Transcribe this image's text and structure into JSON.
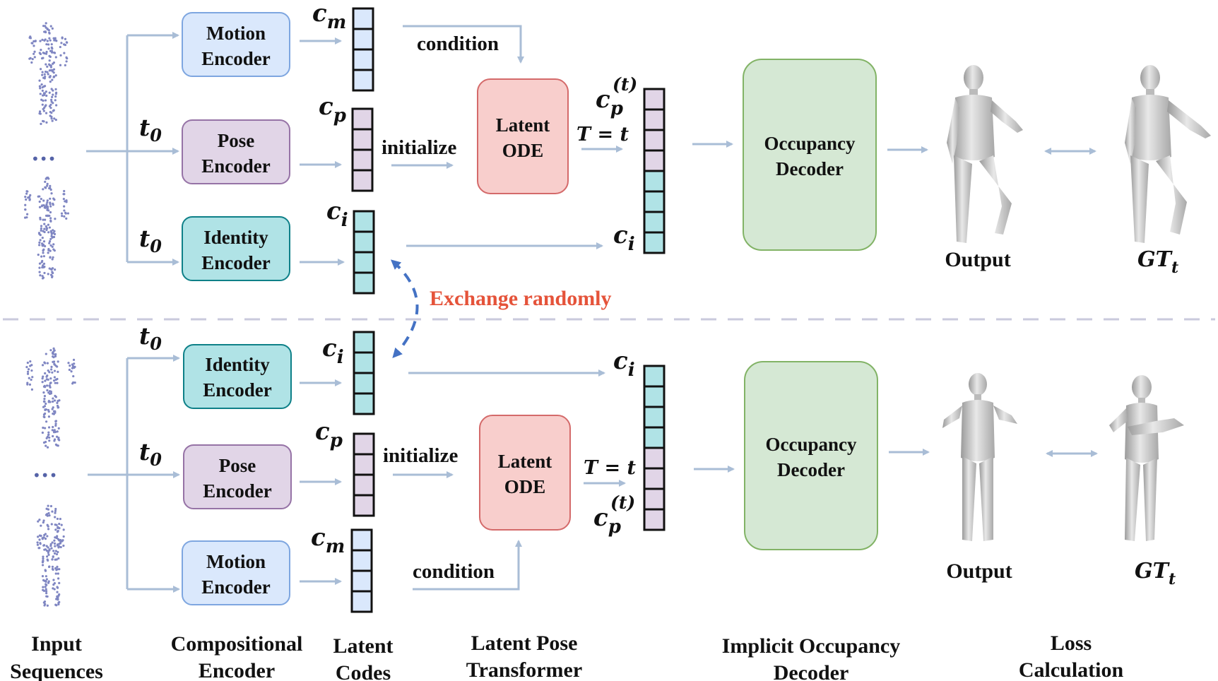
{
  "colors": {
    "arrow": "#a9bdd6",
    "motion_fill": "#dae8fc",
    "motion_stroke": "#7ea6e0",
    "pose_fill": "#e1d5e7",
    "pose_stroke": "#9673a6",
    "identity_fill": "#b0e3e6",
    "identity_stroke": "#0e8088",
    "ode_fill": "#f8cecc",
    "ode_stroke": "#d46a6a",
    "decoder_fill": "#d5e8d4",
    "decoder_stroke": "#82b366",
    "exchange_arrow": "#4472c4",
    "exchange_text": "#e5533a",
    "dashed_divider": "#c9c9dc"
  },
  "top": {
    "motion_encoder": [
      "Motion",
      "Encoder"
    ],
    "pose_encoder": [
      "Pose",
      "Encoder"
    ],
    "identity_encoder": [
      "Identity",
      "Encoder"
    ],
    "latent_ode": [
      "Latent",
      "ODE"
    ],
    "occupancy_decoder": [
      "Occupancy",
      "Decoder"
    ],
    "condition": "condition",
    "initialize": "initialize",
    "t0_a": "t",
    "t0_b": "t",
    "output": "Output",
    "gt": "GT"
  },
  "bottom": {
    "identity_encoder": [
      "Identity",
      "Encoder"
    ],
    "pose_encoder": [
      "Pose",
      "Encoder"
    ],
    "motion_encoder": [
      "Motion",
      "Encoder"
    ],
    "latent_ode": [
      "Latent",
      "ODE"
    ],
    "occupancy_decoder": [
      "Occupancy",
      "Decoder"
    ],
    "condition": "condition",
    "initialize": "initialize",
    "t0_a": "t",
    "t0_b": "t",
    "output": "Output",
    "gt": "GT"
  },
  "symbols": {
    "c": "c",
    "sub_m": "m",
    "sub_p": "p",
    "sub_i": "i",
    "sup_t": "(t)",
    "t0_sub": "0",
    "gt_sub": "t",
    "T_eq_t": "T = t",
    "ellipsis": "•••"
  },
  "exchange_label": "Exchange randomly",
  "columns": [
    [
      "Input",
      "Sequences"
    ],
    [
      "Compositional",
      "Encoder"
    ],
    [
      "Latent",
      "Codes"
    ],
    [
      "Latent Pose",
      "Transformer"
    ],
    [
      "Implicit Occupancy",
      "Decoder"
    ],
    [
      "Loss",
      "Calculation"
    ]
  ]
}
